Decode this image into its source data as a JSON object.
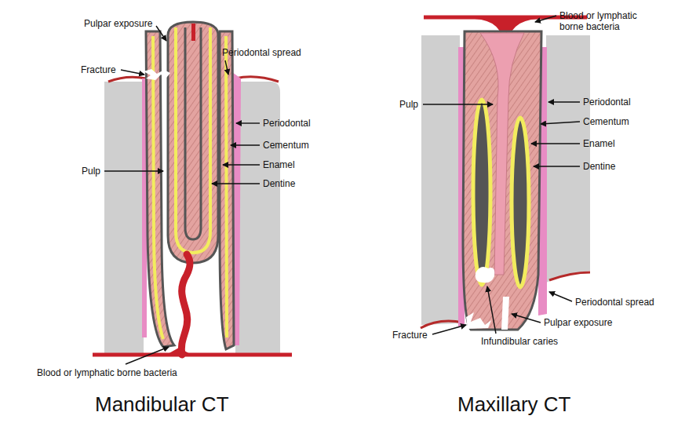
{
  "diagram": {
    "labels": [
      "Pulpar exposure",
      "Fracture",
      "Periodontal spread",
      "Periodontal",
      "Cementum",
      "Enamel",
      "Pulp",
      "Dentine",
      "Blood or lymphatic borne bacteria",
      "Blood or lymphatic borne bacteria",
      "Pulp",
      "Periodontal",
      "Cementum",
      "Enamel",
      "Dentine",
      "Periodontal spread",
      "Pulpar exposure",
      "Fracture",
      "Infundibular caries",
      "Mandibular CT",
      "Maxillary CT"
    ]
  }
}
